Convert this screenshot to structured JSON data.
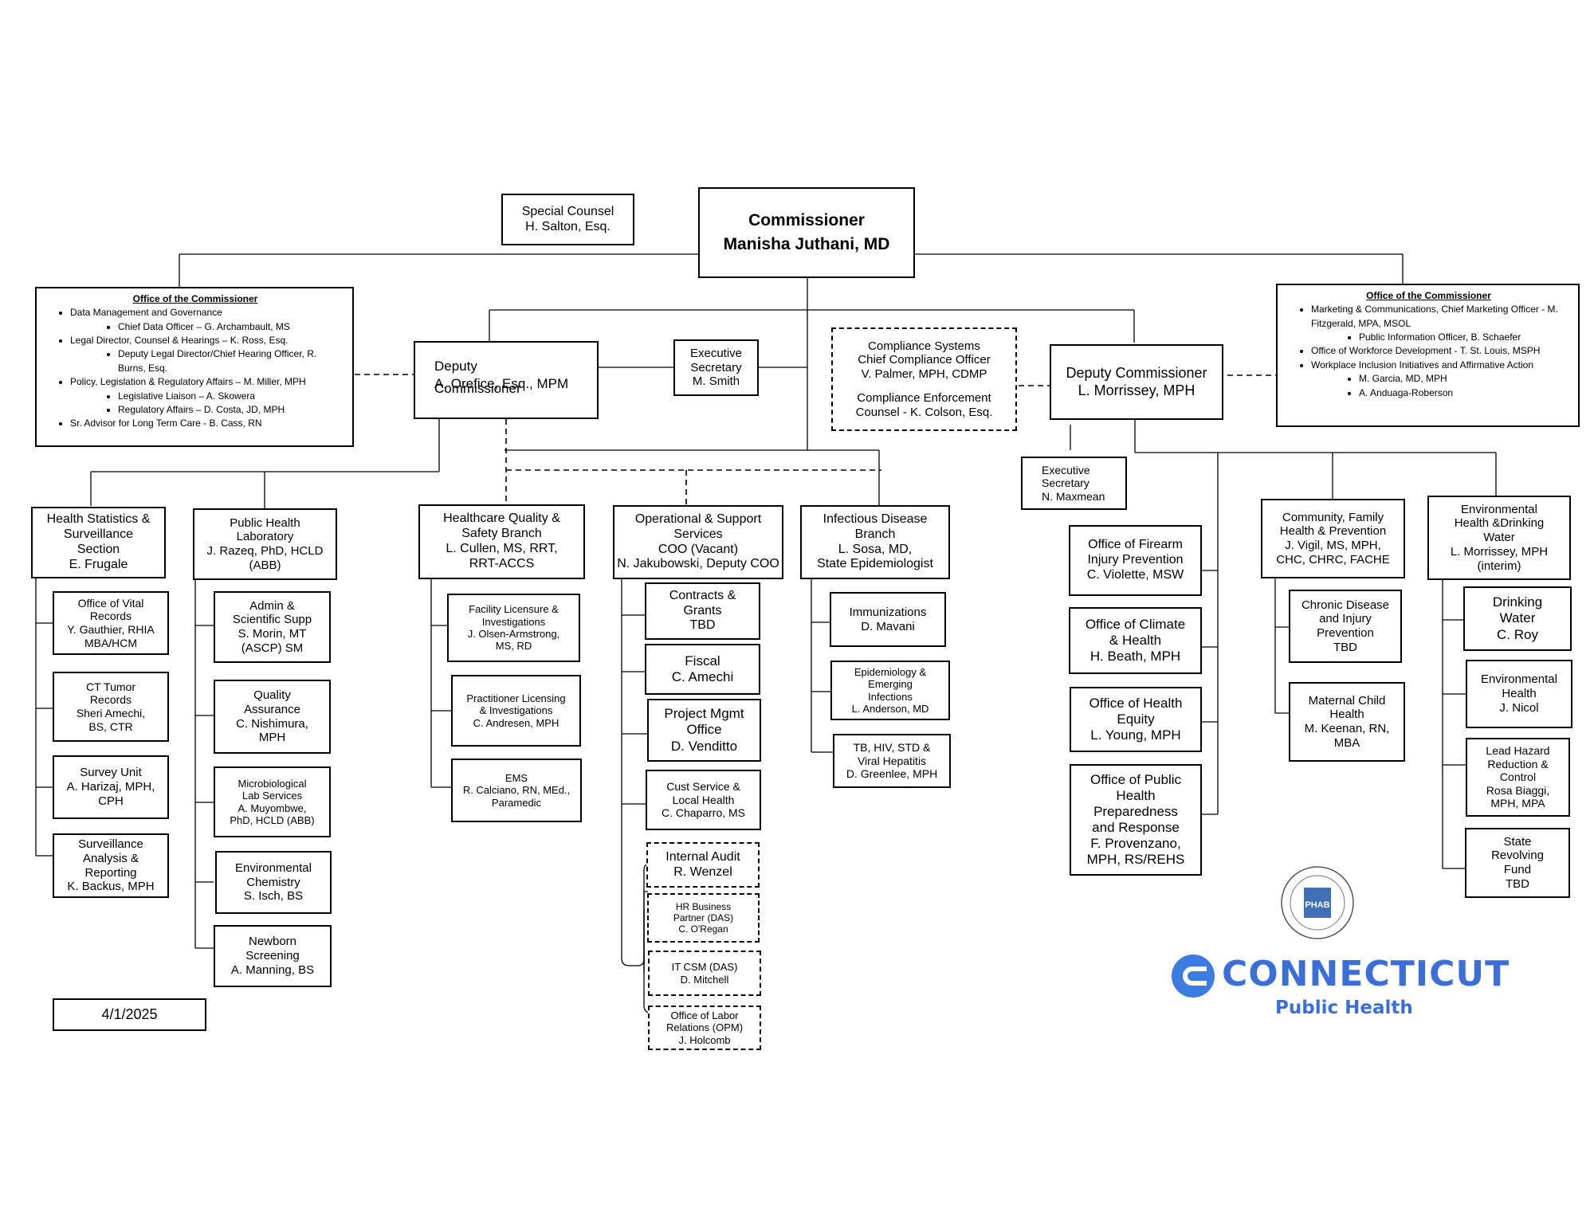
{
  "commissioner": {
    "title": "Commissioner",
    "name": "Manisha Juthani, MD"
  },
  "special_counsel": {
    "title": "Special Counsel",
    "name": "H. Salton, Esq."
  },
  "office_left": {
    "title": "Office of the Commissioner",
    "items": [
      {
        "text": "Data Management and Governance",
        "sub": [
          "Chief Data Officer – G. Archambault, MS"
        ]
      },
      {
        "text": "Legal Director, Counsel & Hearings – K. Ross, Esq.",
        "sub": [
          "Deputy Legal Director/Chief Hearing Officer, R. Burns, Esq."
        ]
      },
      {
        "text": "Policy, Legislation & Regulatory Affairs – M. Miller, MPH",
        "sub": [
          "Legislative Liaison – A. Skowera",
          "Regulatory Affairs – D. Costa, JD, MPH"
        ]
      },
      {
        "text": "Sr. Advisor for Long Term Care - B. Cass, RN",
        "sub": []
      }
    ]
  },
  "office_right": {
    "title": "Office of the Commissioner",
    "items": [
      {
        "text": "Marketing & Communications, Chief Marketing Officer - M. Fitzgerald, MPA, MSOL",
        "sub": [
          "Public Information Officer, B. Schaefer"
        ]
      },
      {
        "text": "Office of Workforce Development - T. St. Louis, MSPH",
        "sub": []
      },
      {
        "text": "Workplace Inclusion Initiatives and Affirmative Action",
        "sub": [
          "M. Garcia, MD, MPH",
          "A. Anduaga-Roberson"
        ]
      }
    ]
  },
  "deputy_orefice": {
    "line1": "Deputy",
    "line2a": "A. Orefice, Esq., MPM",
    "line2b": "Commissioner"
  },
  "exec_sec_smith": [
    "Executive",
    "Secretary",
    "M. Smith"
  ],
  "compliance": [
    "Compliance Systems",
    "Chief Compliance Officer",
    "V. Palmer, MPH, CDMP",
    "",
    "Compliance Enforcement",
    "Counsel - K. Colson, Esq."
  ],
  "deputy_morrissey": [
    "Deputy Commissioner",
    "L. Morrissey, MPH"
  ],
  "exec_sec_maxmean": [
    "Executive",
    "Secretary",
    "N. Maxmean"
  ],
  "health_stats": [
    "Health Statistics &",
    "Surveillance",
    "Section",
    "E. Frugale"
  ],
  "health_stats_children": [
    [
      "Office of Vital",
      "Records",
      "Y. Gauthier, RHIA",
      "MBA/HCM"
    ],
    [
      "CT Tumor",
      "Records",
      "Sheri Amechi,",
      "BS, CTR"
    ],
    [
      "Survey Unit",
      "A. Harizaj, MPH,",
      "CPH"
    ],
    [
      "Surveillance",
      "Analysis &",
      "Reporting",
      "K. Backus, MPH"
    ]
  ],
  "lab": [
    "Public Health",
    "Laboratory",
    "J. Razeq, PhD, HCLD",
    "(ABB)"
  ],
  "lab_children": [
    [
      "Admin &",
      "Scientific Supp",
      "S. Morin, MT",
      "(ASCP) SM"
    ],
    [
      "Quality",
      "Assurance",
      "C. Nishimura,",
      "MPH"
    ],
    [
      "Microbiological",
      "Lab Services",
      "A. Muyombwe,",
      "PhD, HCLD (ABB)"
    ],
    [
      "Environmental",
      "Chemistry",
      "S. Isch, BS"
    ],
    [
      "Newborn",
      "Screening",
      "A. Manning, BS"
    ]
  ],
  "hq": [
    "Healthcare Quality &",
    "Safety Branch",
    "L. Cullen, MS, RRT,",
    "RRT-ACCS"
  ],
  "hq_children": [
    [
      "Facility Licensure &",
      "Investigations",
      "J. Olsen-Armstrong,",
      "MS, RD"
    ],
    [
      "Practitioner Licensing",
      "& Investigations",
      "C. Andresen, MPH"
    ],
    [
      "EMS",
      "R. Calciano, RN, MEd.,",
      "Paramedic"
    ]
  ],
  "ops": [
    "Operational & Support",
    "Services",
    "COO (Vacant)",
    "N. Jakubowski, Deputy COO"
  ],
  "ops_children": [
    [
      "Contracts &",
      "Grants",
      "TBD"
    ],
    [
      "Fiscal",
      "C. Amechi"
    ],
    [
      "Project Mgmt",
      "Office",
      "D. Venditto"
    ],
    [
      "Cust Service &",
      "Local Health",
      "C. Chaparro, MS"
    ]
  ],
  "ops_dashed": [
    [
      "Internal Audit",
      "R. Wenzel"
    ],
    [
      "HR Business",
      "Partner (DAS)",
      "C. O'Regan"
    ],
    [
      "IT CSM (DAS)",
      "D. Mitchell"
    ],
    [
      "Office of Labor",
      "Relations (OPM)",
      "J. Holcomb"
    ]
  ],
  "infectious": [
    "Infectious Disease",
    "Branch",
    "L. Sosa, MD,",
    "State Epidemiologist"
  ],
  "infectious_children": [
    [
      "Immunizations",
      "D. Mavani"
    ],
    [
      "Epidemiology &",
      "Emerging",
      "Infections",
      "L. Anderson, MD"
    ],
    [
      "TB, HIV, STD &",
      "Viral Hepatitis",
      "D. Greenlee, MPH"
    ]
  ],
  "right_offices": [
    [
      "Office of Firearm",
      "Injury Prevention",
      "C. Violette, MSW"
    ],
    [
      "Office of Climate",
      "& Health",
      "H. Beath, MPH"
    ],
    [
      "Office of Health",
      "Equity",
      "L. Young, MPH"
    ],
    [
      "Office of Public",
      "Health",
      "Preparedness",
      "and Response",
      "F. Provenzano,",
      "MPH, RS/REHS"
    ]
  ],
  "community": [
    "Community, Family",
    "Health & Prevention",
    "J. Vigil, MS, MPH,",
    "CHC, CHRC, FACHE"
  ],
  "community_children": [
    [
      "Chronic Disease",
      "and Injury",
      "Prevention",
      "TBD"
    ],
    [
      "Maternal Child",
      "Health",
      "M. Keenan, RN,",
      "MBA"
    ]
  ],
  "environmental": [
    "Environmental",
    "Health &Drinking",
    "Water",
    "L. Morrissey, MPH",
    "(interim)"
  ],
  "environmental_children": [
    [
      "Drinking",
      "Water",
      "C. Roy"
    ],
    [
      "Environmental",
      "Health",
      "J. Nicol"
    ],
    [
      "Lead  Hazard",
      "Reduction &",
      "Control",
      "Rosa Biaggi,",
      "MPH, MPA"
    ],
    [
      "State",
      "Revolving",
      "Fund",
      "TBD"
    ]
  ],
  "date": "4/1/2025",
  "logo": {
    "name": "CONNECTICUT",
    "sub": "Public Health",
    "seal_text": "PHAB",
    "brand_color": "#3c6fd6"
  }
}
